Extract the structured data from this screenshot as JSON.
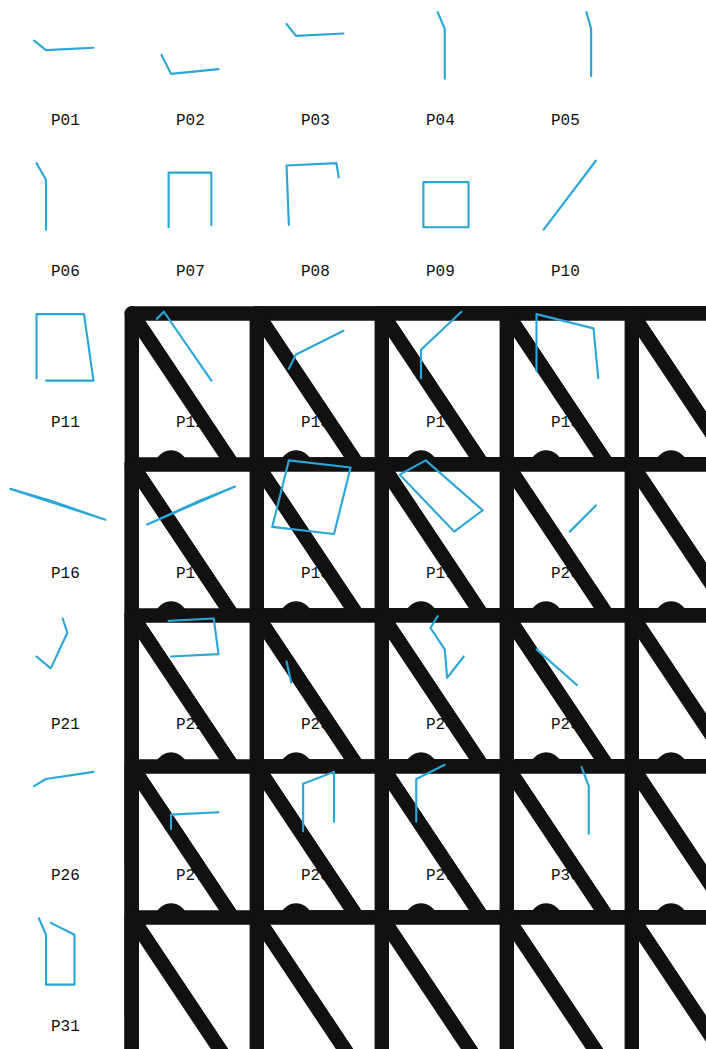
{
  "diagram": {
    "labels": [
      "P01",
      "P02",
      "P03",
      "P04",
      "P05",
      "P06",
      "P07",
      "P08",
      "P09",
      "P10",
      "P11",
      "P12",
      "P13",
      "P14",
      "P15",
      "P16",
      "P17",
      "P18",
      "P19",
      "P20",
      "P21",
      "P22",
      "P23",
      "P24",
      "P25",
      "P26",
      "P27",
      "P28",
      "P29",
      "P30",
      "P31"
    ]
  }
}
